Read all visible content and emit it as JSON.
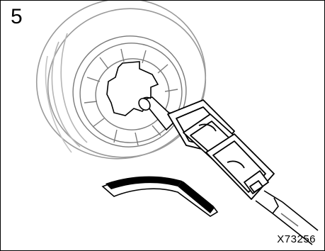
{
  "step_number": "5",
  "figure_code": "X73256",
  "illustration": {
    "subject": "wheel-and-tool",
    "line_color": "#000000",
    "tire_line_color": "#9a9a9a",
    "arrow_fill": "#000000",
    "tool_fill": "#ffffff"
  }
}
